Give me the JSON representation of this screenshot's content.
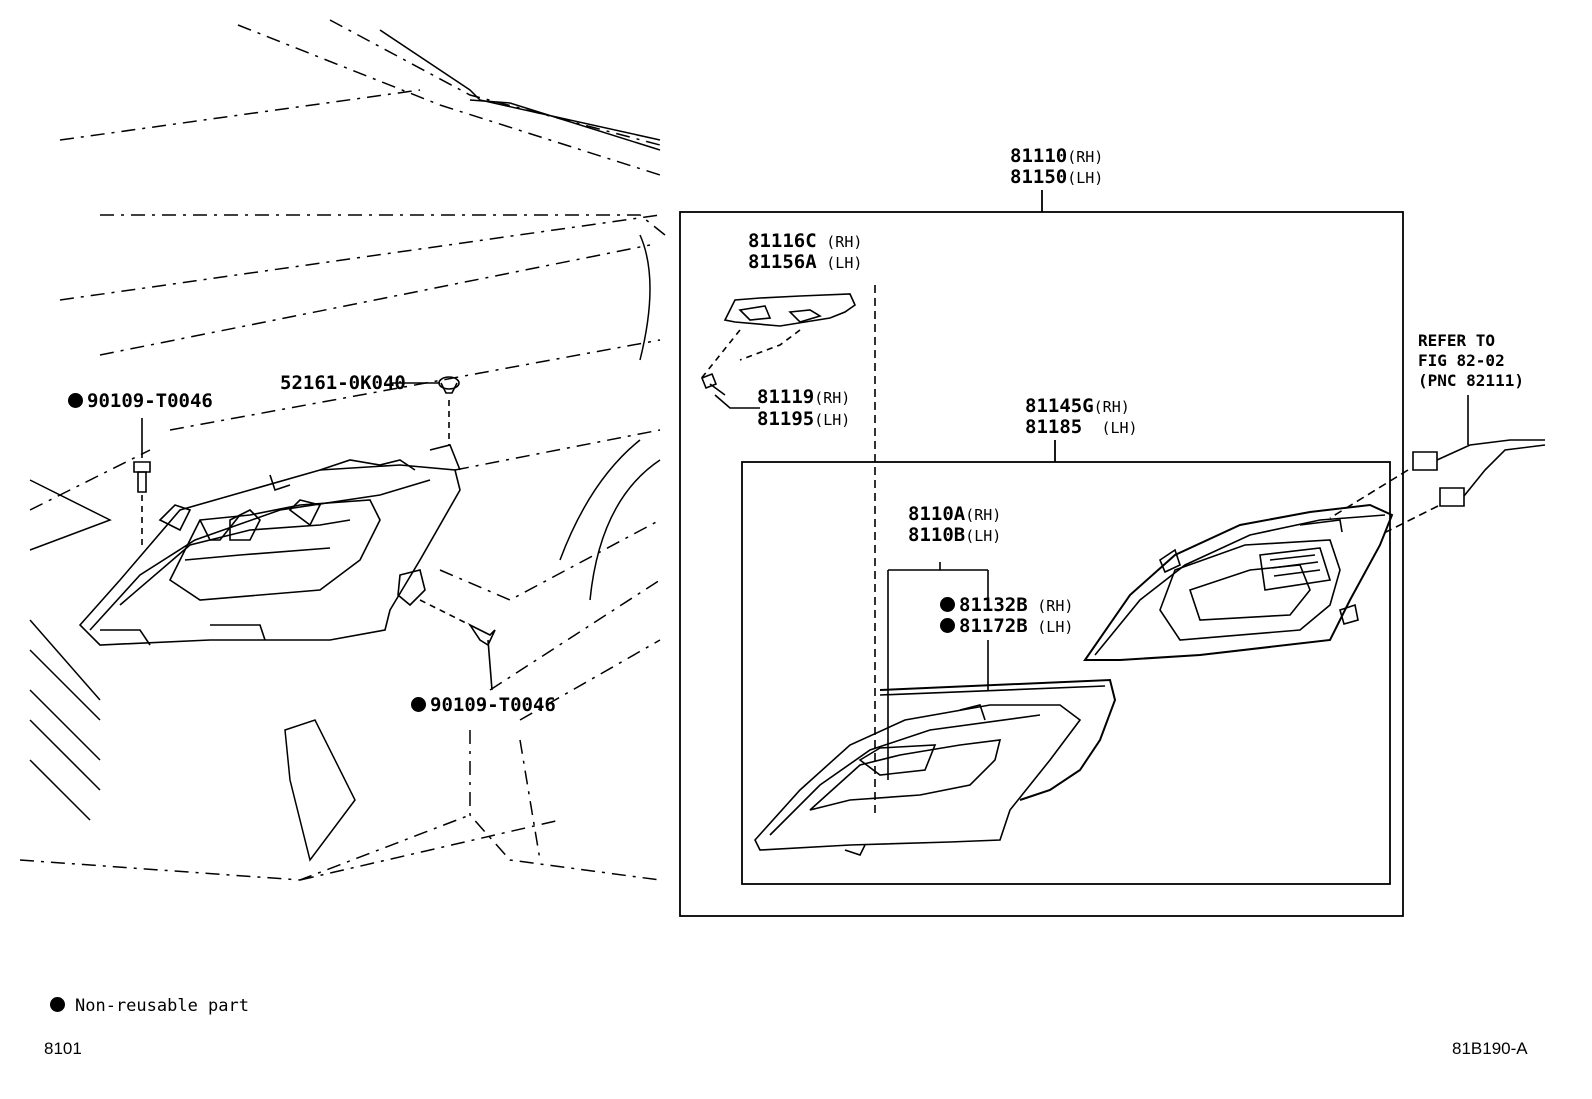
{
  "callouts": {
    "assy_rh": "81110",
    "assy_rh_side": "(RH)",
    "assy_lh": "81150",
    "assy_lh_side": "(LH)",
    "bracket_rh": "81116C",
    "bracket_rh_side": "(RH)",
    "bracket_lh": "81156A",
    "bracket_lh_side": "(LH)",
    "screw_rh": "81119",
    "screw_rh_side": "(RH)",
    "screw_lh": "81195",
    "screw_lh_side": "(LH)",
    "housing_rh": "81145G",
    "housing_rh_side": "(RH)",
    "housing_lh": "81185",
    "housing_lh_side": "(LH)",
    "unit_rh": "8110A",
    "unit_rh_side": "(RH)",
    "unit_lh": "8110B",
    "unit_lh_side": "(LH)",
    "gasket_rh": "81132B",
    "gasket_rh_side": "(RH)",
    "gasket_lh": "81172B",
    "gasket_lh_side": "(LH)",
    "clip": "52161-0K040",
    "bolt_upper": "90109-T0046",
    "bolt_lower": "90109-T0046",
    "refer_line1": "REFER TO",
    "refer_line2": "FIG 82-02",
    "refer_line3": "(PNC 82111)"
  },
  "legend": {
    "text": "Non-reusable part"
  },
  "footer": {
    "left": "8101",
    "right": "81B190-A"
  }
}
